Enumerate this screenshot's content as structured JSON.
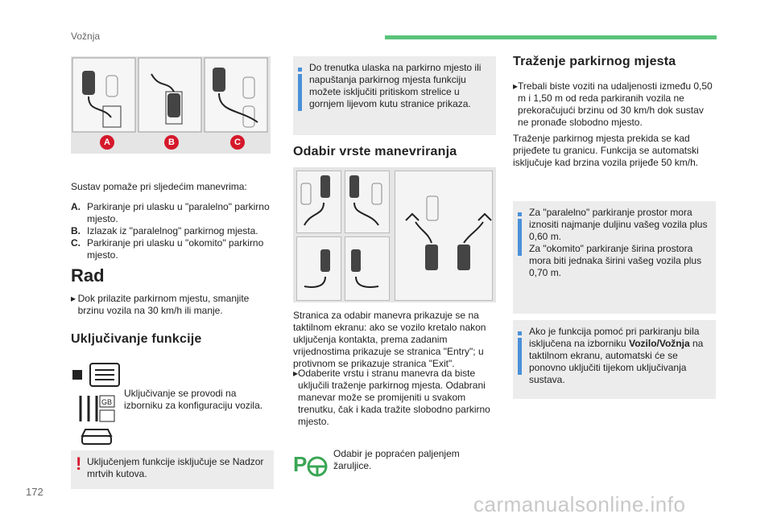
{
  "header": {
    "section": "Vožnja"
  },
  "page_number": "172",
  "watermark": "carmanualsonline.info",
  "col1": {
    "labels": [
      "A",
      "B",
      "C"
    ],
    "intro": "Sustav pomaže pri sljedećim manevrima:",
    "list": [
      {
        "key": "A.",
        "text": "Parkiranje pri ulasku u \"paralelno\" parkirno mjesto."
      },
      {
        "key": "B.",
        "text": "Izlazak iz \"paralelnog\" parkirnog mjesta."
      },
      {
        "key": "C.",
        "text": "Parkiranje pri ulasku u \"okomito\" parkirno mjesto."
      }
    ],
    "rad_title": "Rad",
    "rad_bullet": "Dok prilazite parkirnom mjestu, smanjite brzinu vozila na 30 km/h ili manje.",
    "ukljucivanje_title": "Uključivanje funkcije",
    "ukljucivanje_text": "Uključivanje se provodi na izborniku za konfiguraciju vozila.",
    "warning_text": "Uključenjem funkcije isključuje se Nadzor mrtvih kutova."
  },
  "col2": {
    "info_text": "Do trenutka ulaska na parkirno mjesto ili napuštanja parkirnog mjesta funkciju možete isključiti pritiskom strelice u gornjem lijevom kutu stranice prikaza.",
    "odabir_title": "Odabir vrste manevriranja",
    "odabir_text": "Stranica za odabir manevra prikazuje se na taktilnom ekranu: ako se vozilo kretalo nakon uključenja kontakta, prema zadanim vrijednostima prikazuje se stranica \"Entry\"; u protivnom se prikazuje stranica \"Exit\".",
    "odabir_bullet": "Odaberite vrstu i stranu manevra da biste uključili traženje parkirnog mjesta. Odabrani manevar može se promijeniti u svakom trenutku, čak i kada tražite slobodno parkirno mjesto.",
    "lamp_text": "Odabir je popraćen paljenjem žaruljice."
  },
  "col3": {
    "trazenje_title": "Traženje parkirnog mjesta",
    "trazenje_bullet": "Trebali biste voziti na udaljenosti između 0,50 m i 1,50 m od reda parkiranih vozila ne prekoračujući brzinu od 30 km/h dok sustav ne pronađe slobodno mjesto.",
    "trazenje_text": "Traženje parkirnog mjesta prekida se kad prijeđete tu granicu. Funkcija se automatski isključuje kad brzina vozila prijeđe 50 km/h.",
    "info1": "Za \"paralelno\" parkiranje prostor mora iznositi najmanje duljinu vašeg vozila plus 0,60 m.\nZa \"okomito\" parkiranje širina prostora mora biti jednaka širini vašeg vozila plus 0,70 m.",
    "info2_pre": "Ako je funkcija pomoć pri parkiranju bila isključena na izborniku ",
    "info2_bold": "Vozilo/Vožnja",
    "info2_post": " na taktilnom ekranu, automatski će se ponovno uključiti tijekom uključivanja sustava."
  },
  "colors": {
    "accent_green": "#5ac47a",
    "info_blue": "#4a90d9",
    "warning_red": "#d5182b",
    "box_grey": "#ececec"
  }
}
